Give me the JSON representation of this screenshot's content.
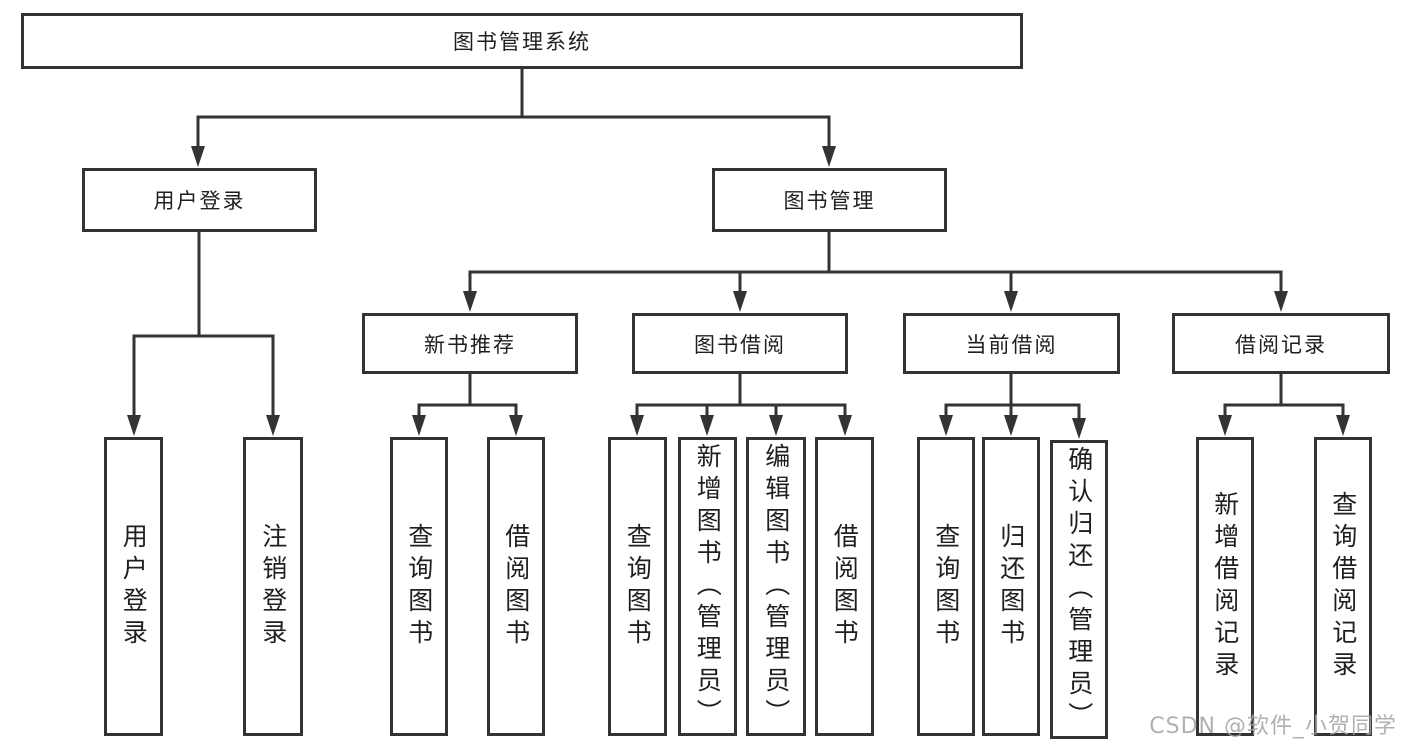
{
  "diagram": {
    "root": {
      "label": "图书管理系统"
    },
    "branches": [
      {
        "label": "用户登录",
        "children": [
          {
            "label": "用户登录"
          },
          {
            "label": "注销登录"
          }
        ]
      },
      {
        "label": "图书管理",
        "children": [
          {
            "label": "新书推荐",
            "children": [
              {
                "label": "查询图书"
              },
              {
                "label": "借阅图书"
              }
            ]
          },
          {
            "label": "图书借阅",
            "children": [
              {
                "label": "查询图书"
              },
              {
                "label": "新增图书（管理员）"
              },
              {
                "label": "编辑图书（管理员）"
              },
              {
                "label": "借阅图书"
              }
            ]
          },
          {
            "label": "当前借阅",
            "children": [
              {
                "label": "查询图书"
              },
              {
                "label": "归还图书"
              },
              {
                "label": "确认归还（管理员）"
              }
            ]
          },
          {
            "label": "借阅记录",
            "children": [
              {
                "label": "新增借阅记录"
              },
              {
                "label": "查询借阅记录"
              }
            ]
          }
        ]
      }
    ],
    "watermark": "CSDN @软件_小贺同学",
    "colors": {
      "line": "#333333",
      "text": "#1f1f1f",
      "background": "#ffffff",
      "watermark": "#a3a3a3"
    }
  }
}
